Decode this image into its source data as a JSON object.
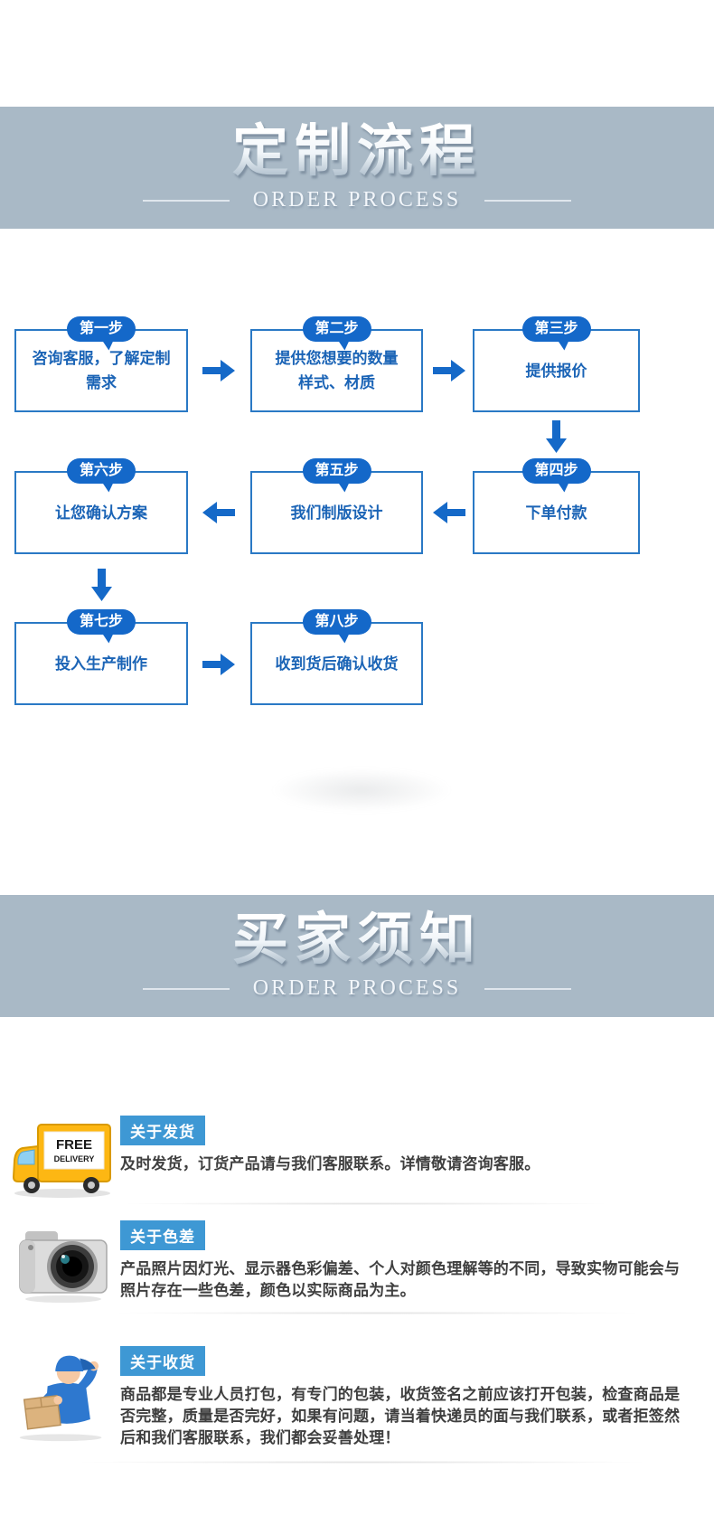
{
  "banners": {
    "custom_process": {
      "title": "定制流程",
      "subtitle": "ORDER PROCESS"
    },
    "buyer_notice": {
      "title": "买家须知",
      "subtitle": "ORDER PROCESS"
    }
  },
  "flow": {
    "steps": [
      {
        "badge": "第一步",
        "text": "咨询客服，了解定制\n需求"
      },
      {
        "badge": "第二步",
        "text": "提供您想要的数量\n样式、材质"
      },
      {
        "badge": "第三步",
        "text": "提供报价"
      },
      {
        "badge": "第四步",
        "text": "下单付款"
      },
      {
        "badge": "第五步",
        "text": "我们制版设计"
      },
      {
        "badge": "第六步",
        "text": "让您确认方案"
      },
      {
        "badge": "第七步",
        "text": "投入生产制作"
      },
      {
        "badge": "第八步",
        "text": "收到货后确认收货"
      }
    ]
  },
  "notices": [
    {
      "badge": "关于发货",
      "icon": "free-delivery-truck-icon",
      "icon_text": {
        "line1": "FREE",
        "line2": "DELIVERY"
      },
      "text": "及时发货，订货产品请与我们客服联系。详情敬请咨询客服。"
    },
    {
      "badge": "关于色差",
      "icon": "camera-icon",
      "text": "产品照片因灯光、显示器色彩偏差、个人对颜色理解等的不同，导致实物可能会与照片存在一些色差，颜色以实际商品为主。"
    },
    {
      "badge": "关于收货",
      "icon": "courier-icon",
      "text": "商品都是专业人员打包，有专门的包装，收货签名之前应该打开包装，检查商品是否完整，质量是否完好，如果有问题，请当着快递员的面与我们联系，或者拒签然后和我们客服联系，我们都会妥善处理！"
    }
  ],
  "colors": {
    "banner_bg": "#a9b9c6",
    "flow_blue": "#1468c9",
    "box_border": "#2a79c5",
    "box_text": "#1b64b6",
    "notice_badge_blue": "#3e98d4",
    "notice_text": "#3f3f3f"
  }
}
